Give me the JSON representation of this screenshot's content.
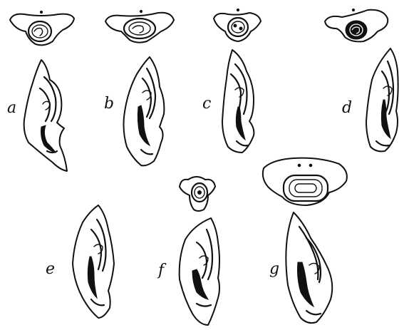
{
  "figure": {
    "panel_labels": {
      "a": "a",
      "b": "b",
      "c": "c",
      "d": "d",
      "e": "e",
      "f": "f",
      "g": "g"
    },
    "colors": {
      "ink": "#111111",
      "paper": "#ffffff"
    }
  }
}
